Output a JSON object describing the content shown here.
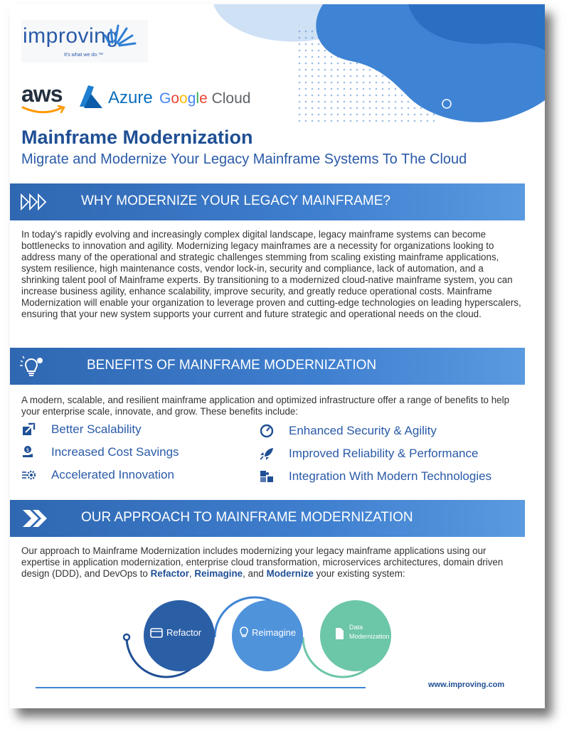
{
  "logos": {
    "improving_word": "improving",
    "improving_tagline": "It's what we do.™",
    "aws": "aws",
    "azure": "Azure",
    "google_cloud": [
      "G",
      "o",
      "o",
      "g",
      "l",
      "e",
      " Cloud"
    ]
  },
  "title": "Mainframe Modernization",
  "subtitle": "Migrate and Modernize Your Legacy Mainframe Systems To The Cloud",
  "sections": {
    "why": {
      "heading": "WHY MODERNIZE YOUR LEGACY MAINFRAME?",
      "body": "In today's rapidly evolving and increasingly complex digital landscape, legacy mainframe systems can become bottlenecks to innovation and agility. Modernizing legacy mainframes are a necessity for organizations looking to address many of the operational and strategic challenges stemming from scaling existing mainframe applications, system resilience, high maintenance costs, vendor lock-in, security and compliance, lack of automation, and a shrinking talent pool of Mainframe experts. By transitioning to a modernized cloud-native mainframe system, you can increase business agility, enhance scalability, improve security, and greatly reduce operational costs. Mainframe Modernization will enable your organization to leverage proven and cutting-edge technologies on leading hyperscalers, ensuring that your new system supports your current and future strategic and operational needs on the cloud."
    },
    "benefits": {
      "heading": "BENEFITS OF MAINFRAME MODERNIZATION",
      "intro": "A modern, scalable, and resilient mainframe application and optimized infrastructure offer a range of benefits to help your enterprise scale, innovate, and grow. These benefits include:",
      "left": [
        "Better Scalability",
        "Increased Cost Savings",
        "Accelerated Innovation"
      ],
      "right": [
        "Enhanced Security & Agility",
        "Improved Reliability & Performance",
        "Integration With Modern Technologies"
      ]
    },
    "approach": {
      "heading": "OUR APPROACH TO MAINFRAME MODERNIZATION",
      "intro_a": "Our approach to Mainframe Modernization includes modernizing your legacy mainframe applications using our expertise in application modernization, enterprise cloud transformation, microservices architectures, domain driven design (DDD), and DevOps to ",
      "k1": "Refactor",
      "sep1": ", ",
      "k2": "Reimagine",
      "sep2": ", and ",
      "k3": "Modernize",
      "intro_b": " your existing system:",
      "steps": {
        "refactor": "Refactor",
        "reimagine": "Reimagine",
        "data_line1": "Data",
        "data_line2": "Modernization"
      }
    }
  },
  "footer_url": "www.improving.com",
  "colors": {
    "brand_dark": "#1f4f94",
    "brand": "#2a5aa8",
    "band": "#3f7fcf",
    "teal": "#6cc6a8"
  }
}
